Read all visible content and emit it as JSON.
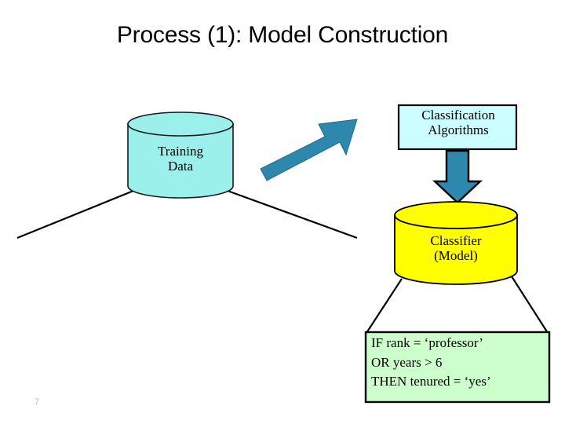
{
  "slide": {
    "title": "Process (1): Model Construction",
    "page_number": "7",
    "background_color": "#ffffff"
  },
  "diagram": {
    "type": "flow-diagram",
    "nodes": [
      {
        "id": "training-data",
        "shape": "cylinder",
        "label": "Training\nData",
        "fill_color": "#9cf0ec",
        "stroke_color": "#000000"
      },
      {
        "id": "classification-algorithms",
        "shape": "rectangle",
        "label": "Classification\nAlgorithms",
        "fill_color": "#ccfdff",
        "stroke_color": "#000000"
      },
      {
        "id": "classifier-model",
        "shape": "cylinder",
        "label": "Classifier\n(Model)",
        "fill_color": "#ffff00",
        "stroke_color": "#000000"
      },
      {
        "id": "rule-box",
        "shape": "rectangle",
        "label": "IF rank = ‘professor’\nOR years > 6\nTHEN tenured = ‘yes’",
        "fill_color": "#ccffcc",
        "stroke_color": "#000000"
      }
    ],
    "connectors": [
      {
        "id": "arrow-training-to-algorithms",
        "kind": "block-arrow",
        "direction": "up-right",
        "color": "#2e87ad"
      },
      {
        "id": "arrow-algorithms-to-classifier",
        "kind": "block-arrow",
        "direction": "down",
        "color": "#2e87ad"
      },
      {
        "id": "callout-training-data",
        "kind": "callout-lines",
        "color": "#000000"
      },
      {
        "id": "callout-classifier",
        "kind": "callout-lines",
        "color": "#000000"
      }
    ]
  }
}
